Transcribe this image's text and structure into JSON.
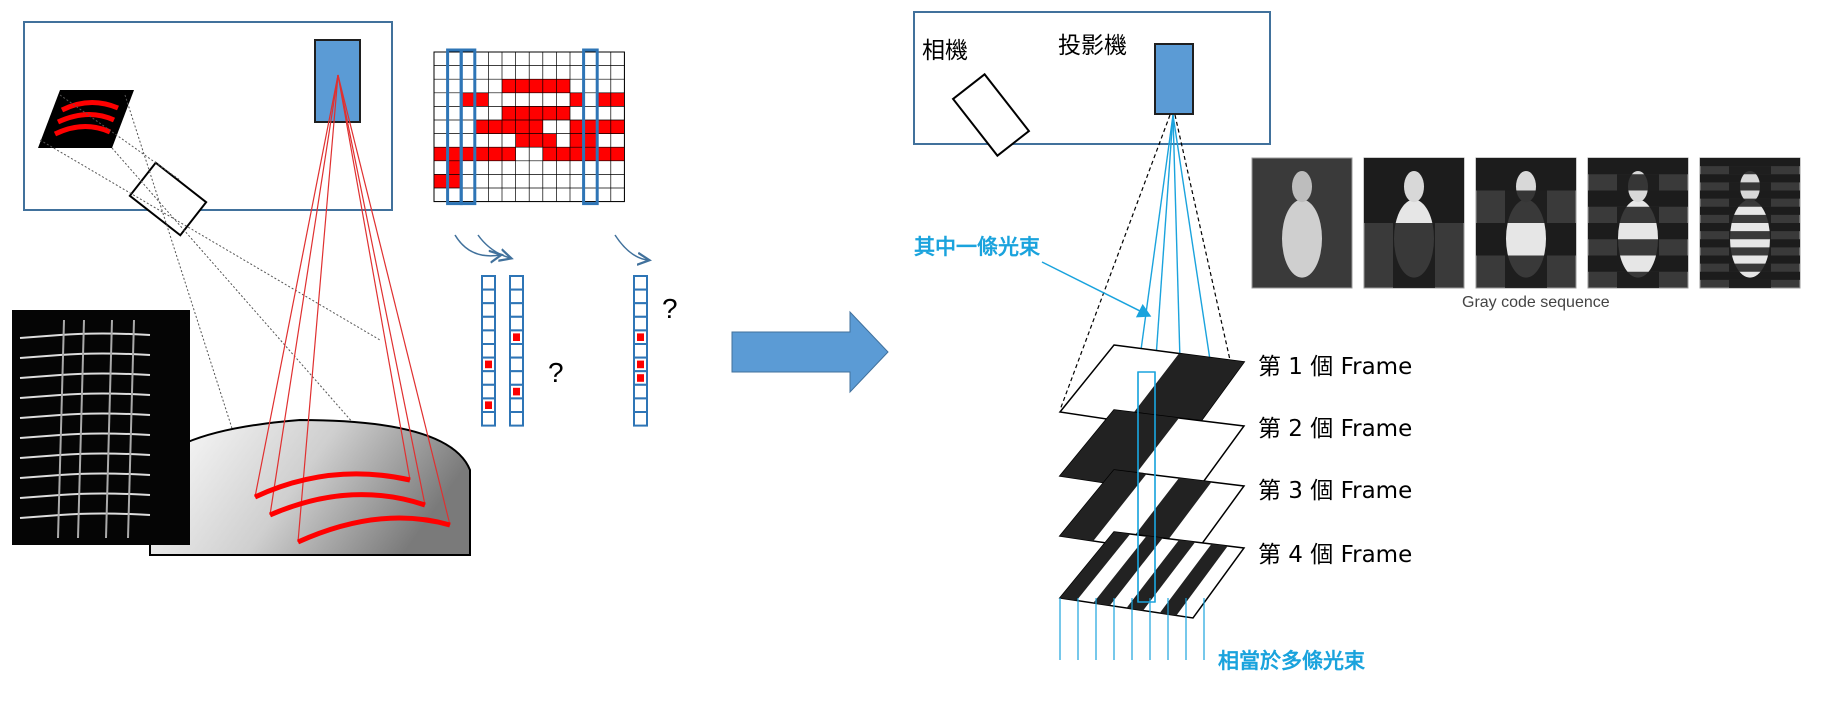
{
  "left": {
    "question_marks": [
      "?",
      "?"
    ]
  },
  "right": {
    "camera_label": "相機",
    "projector_label": "投影機",
    "one_beam_label": "其中一條光束",
    "many_beams_label": "相當於多條光束",
    "gray_code_caption": "Gray code sequence",
    "frames": [
      {
        "label": "第 1 個 Frame"
      },
      {
        "label": "第 2 個 Frame"
      },
      {
        "label": "第 3 個 Frame"
      },
      {
        "label": "第 4 個 Frame"
      }
    ]
  },
  "colors": {
    "frame_border": "#41719c",
    "projector_fill": "#5b9bd5",
    "laser_red": "#ff0000",
    "grid_blue": "#2e75b6",
    "cyan": "#1aa3dd",
    "arrow_fill": "#5b9bd5"
  }
}
